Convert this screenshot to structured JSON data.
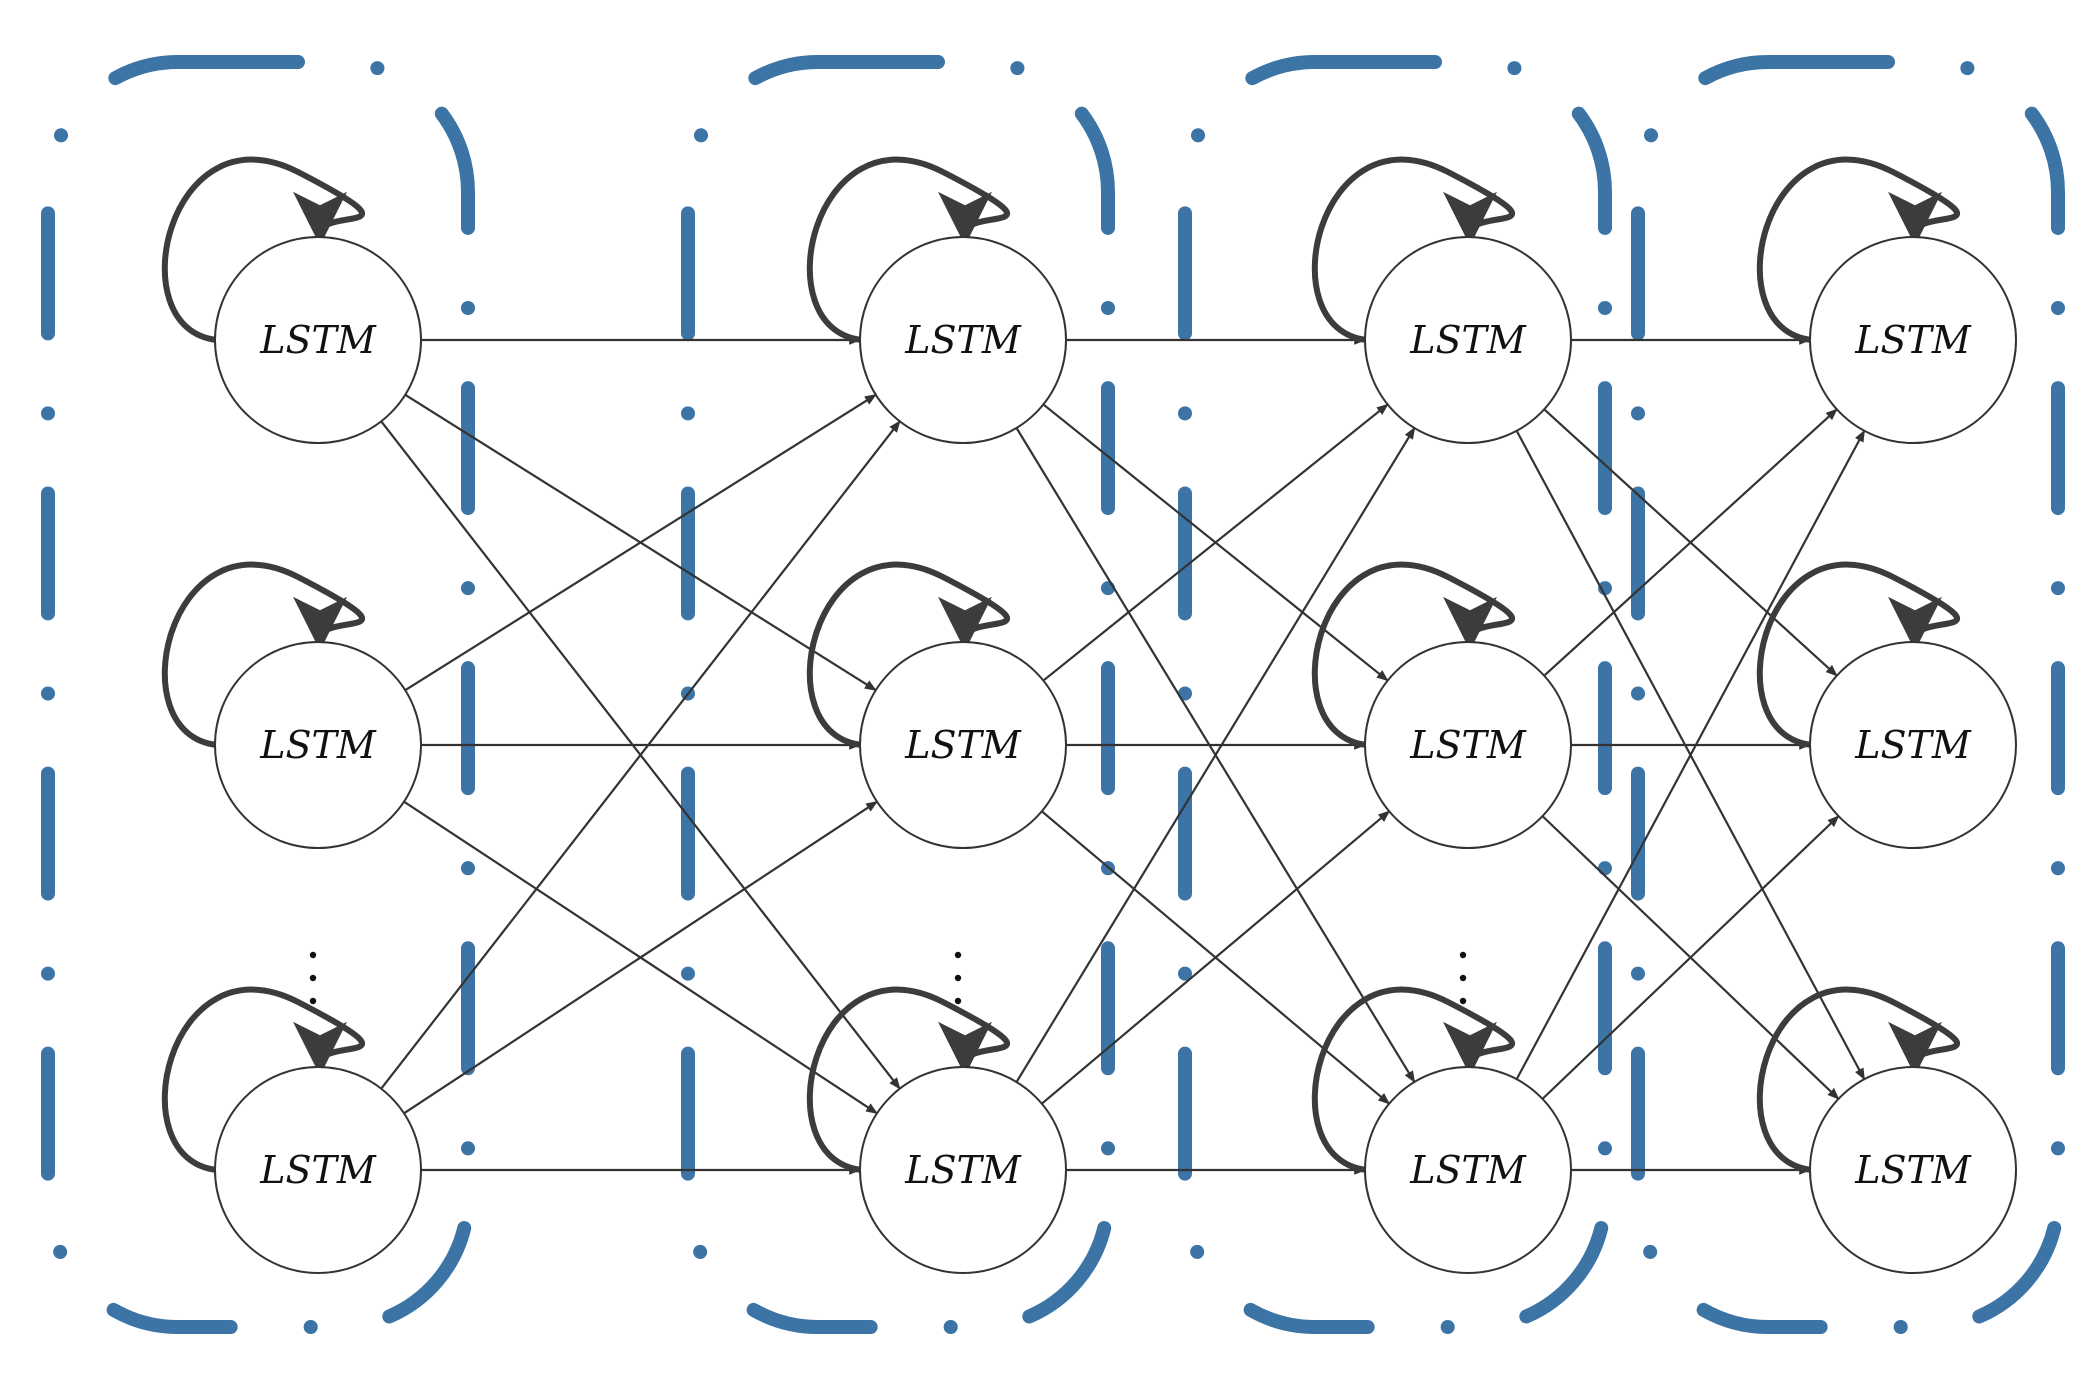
{
  "node_label": "LSTM",
  "layers": [
    {
      "nodes": [
        "LSTM",
        "LSTM",
        "LSTM"
      ],
      "ellipsis": true
    },
    {
      "nodes": [
        "LSTM",
        "LSTM",
        "LSTM"
      ],
      "ellipsis": true
    },
    {
      "nodes": [
        "LSTM",
        "LSTM",
        "LSTM"
      ],
      "ellipsis": true
    },
    {
      "nodes": [
        "LSTM",
        "LSTM",
        "LSTM"
      ],
      "ellipsis": false
    }
  ],
  "connections": "fully-connected between adjacent layers",
  "self_loops": true,
  "colors": {
    "group_border": "#3d74a6",
    "edge": "#333333",
    "node_fill": "#ffffff"
  }
}
